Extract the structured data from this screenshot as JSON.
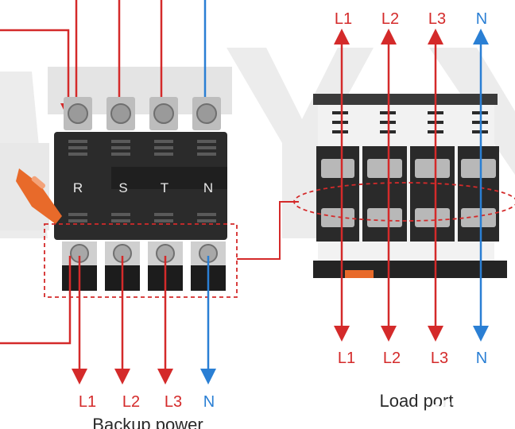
{
  "switch": {
    "phase_markings": [
      "R",
      "S",
      "T",
      "N"
    ]
  },
  "backup": {
    "labels": [
      "L1",
      "L2",
      "L3",
      "N"
    ],
    "caption": "Backup power"
  },
  "load": {
    "top_labels": [
      "L1",
      "L2",
      "L3",
      "N"
    ],
    "bottom_labels": [
      "L1",
      "L2",
      "L3",
      "N"
    ],
    "caption": "Load port"
  },
  "watermark": "Avito",
  "colors": {
    "phase_wire": "#d42a2a",
    "neutral_wire": "#2a7fd4",
    "switch_body": "#2b2b2b",
    "handle": "#e86a2a"
  }
}
